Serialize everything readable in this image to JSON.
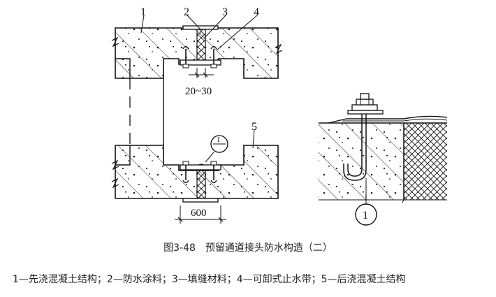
{
  "labels": {
    "l1": "1",
    "l2": "2",
    "l3": "3",
    "l4": "4",
    "l5": "5"
  },
  "dimensions": {
    "gap": "20~30",
    "width": "600"
  },
  "detail_marker": {
    "top": "1",
    "bottom": "1"
  },
  "caption": "图3-48　预留通道接头防水构造（二）",
  "legend": "1—先浇混凝土结构；2—防水涂料；3—填缝材料；4—可卸式止水带；5—后浇混凝土结构"
}
